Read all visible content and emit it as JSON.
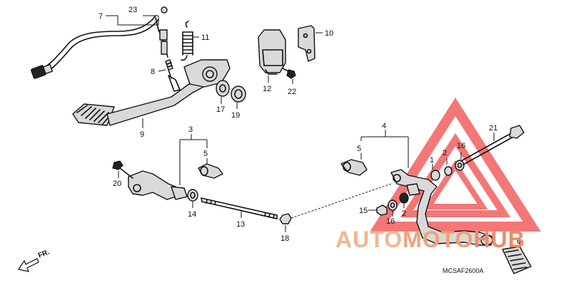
{
  "diagram": {
    "callouts": [
      {
        "id": "c23",
        "label": "23"
      },
      {
        "id": "c7",
        "label": "7"
      },
      {
        "id": "c11",
        "label": "11"
      },
      {
        "id": "c8",
        "label": "8"
      },
      {
        "id": "c10",
        "label": "10"
      },
      {
        "id": "c12",
        "label": "12"
      },
      {
        "id": "c22",
        "label": "22"
      },
      {
        "id": "c17",
        "label": "17"
      },
      {
        "id": "c19",
        "label": "19"
      },
      {
        "id": "c9",
        "label": "9"
      },
      {
        "id": "c3",
        "label": "3"
      },
      {
        "id": "c5a",
        "label": "5"
      },
      {
        "id": "c20",
        "label": "20"
      },
      {
        "id": "c14",
        "label": "14"
      },
      {
        "id": "c13",
        "label": "13"
      },
      {
        "id": "c18",
        "label": "18"
      },
      {
        "id": "c4",
        "label": "4"
      },
      {
        "id": "c5b",
        "label": "5"
      },
      {
        "id": "c1",
        "label": "1"
      },
      {
        "id": "c2a",
        "label": "2"
      },
      {
        "id": "c16a",
        "label": "16"
      },
      {
        "id": "c21",
        "label": "21"
      },
      {
        "id": "c15",
        "label": "15"
      },
      {
        "id": "c16b",
        "label": "16"
      },
      {
        "id": "c2b",
        "label": "2"
      },
      {
        "id": "c6",
        "label": "6"
      }
    ],
    "direction_label": "FR.",
    "drawing_code": "MCSAF2600A"
  },
  "watermark": {
    "parts": [
      "AUTO",
      "MOTO",
      "HUB"
    ],
    "colors": {
      "auto": "#f5b48c",
      "moto": "#f2a07a",
      "hub": "#ee8a68",
      "triangle": "#ef4a4a"
    }
  }
}
